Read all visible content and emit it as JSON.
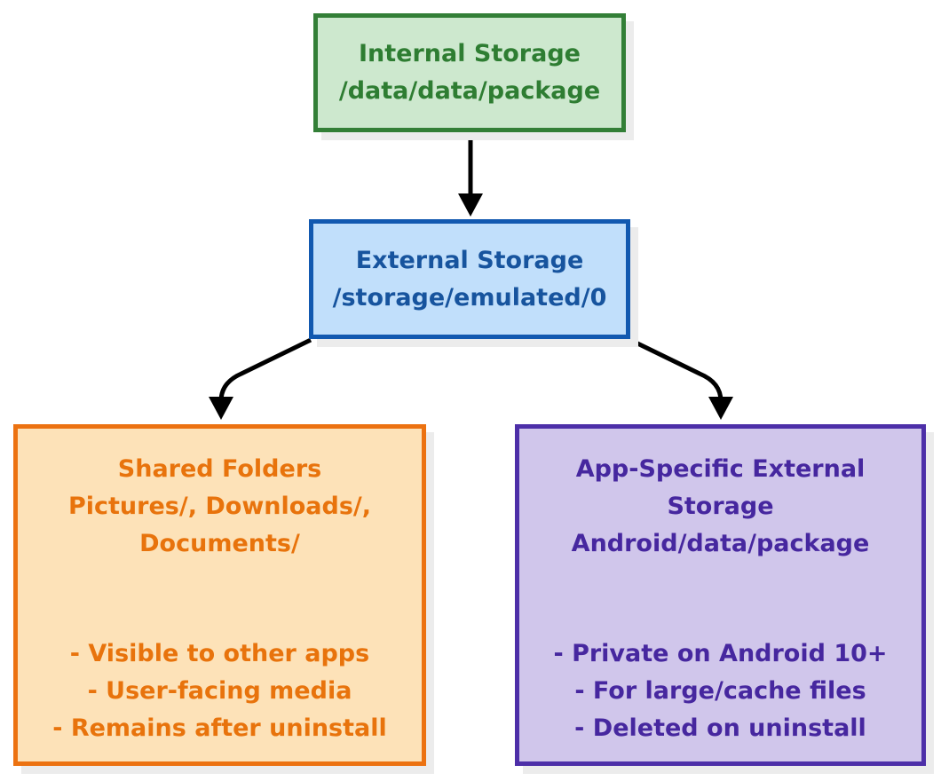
{
  "nodes": {
    "internal": {
      "title": "Internal Storage",
      "path": "/data/data/package",
      "fill": "#cde8ce",
      "border": "#337f37",
      "text_color": "#2e7d32"
    },
    "external": {
      "title": "External Storage",
      "path": "/storage/emulated/0",
      "fill": "#c1dffb",
      "border": "#1259b0",
      "text_color": "#17549e"
    },
    "shared": {
      "title": "Shared Folders",
      "line2": "Pictures/, Downloads/,",
      "line3": "Documents/",
      "bullets": [
        "- Visible to other apps",
        "- User-facing media",
        "- Remains after uninstall"
      ],
      "fill": "#fde2b8",
      "border": "#ec7211",
      "text_color": "#e8730c"
    },
    "app_specific": {
      "title": "App-Specific External",
      "line2": "Storage",
      "line3": "Android/data/package",
      "bullets": [
        "- Private on Android 10+",
        "- For large/cache files",
        "- Deleted on uninstall"
      ],
      "fill": "#d0c6eb",
      "border": "#4d2fa8",
      "text_color": "#46279f"
    }
  },
  "arrows": {
    "color": "#000000",
    "shadow_color": "#ececec",
    "background": "#ffffff"
  }
}
